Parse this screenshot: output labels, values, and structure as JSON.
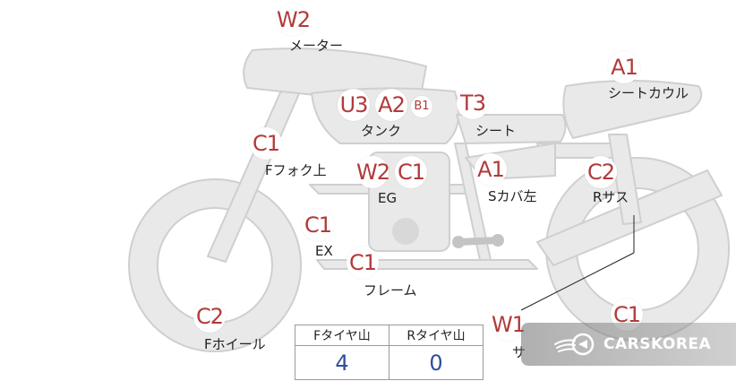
{
  "badges": {
    "meter": "W2",
    "fork_c1": "C1",
    "tank_u3": "U3",
    "tank_a2": "A2",
    "tank_b1": "B1",
    "seat_t3": "T3",
    "cowl_a1": "A1",
    "eg_w2": "W2",
    "eg_c1": "C1",
    "scover_a1": "A1",
    "rsus_c2": "C2",
    "ex_c1": "C1",
    "frame_c1": "C1",
    "fwheel_c2": "C2",
    "bottom_w1": "W1",
    "rwheel_c1": "C1"
  },
  "labels": {
    "meter": "メーター",
    "seat_cowl": "シートカウル",
    "tank": "タンク",
    "seat": "シート",
    "front_fork": "Fフォク上",
    "eg": "EG",
    "side_cover": "Sカバ左",
    "rear_suspension": "Rサス",
    "ex": "EX",
    "frame": "フレーム",
    "front_wheel": "Fホイール",
    "partial": "サ"
  },
  "tread_table": {
    "headers": [
      "Fタイヤ山",
      "Rタイヤ山"
    ],
    "values": [
      "4",
      "0"
    ]
  },
  "watermark": {
    "text": "CARSKOREA",
    "icon": "carskorea-logo-icon"
  },
  "colors": {
    "badge_text": "#b23a3a",
    "bike_fill": "#e9e9e9",
    "bike_stroke": "#c8c8c8",
    "table_value": "#2f4f9a"
  }
}
